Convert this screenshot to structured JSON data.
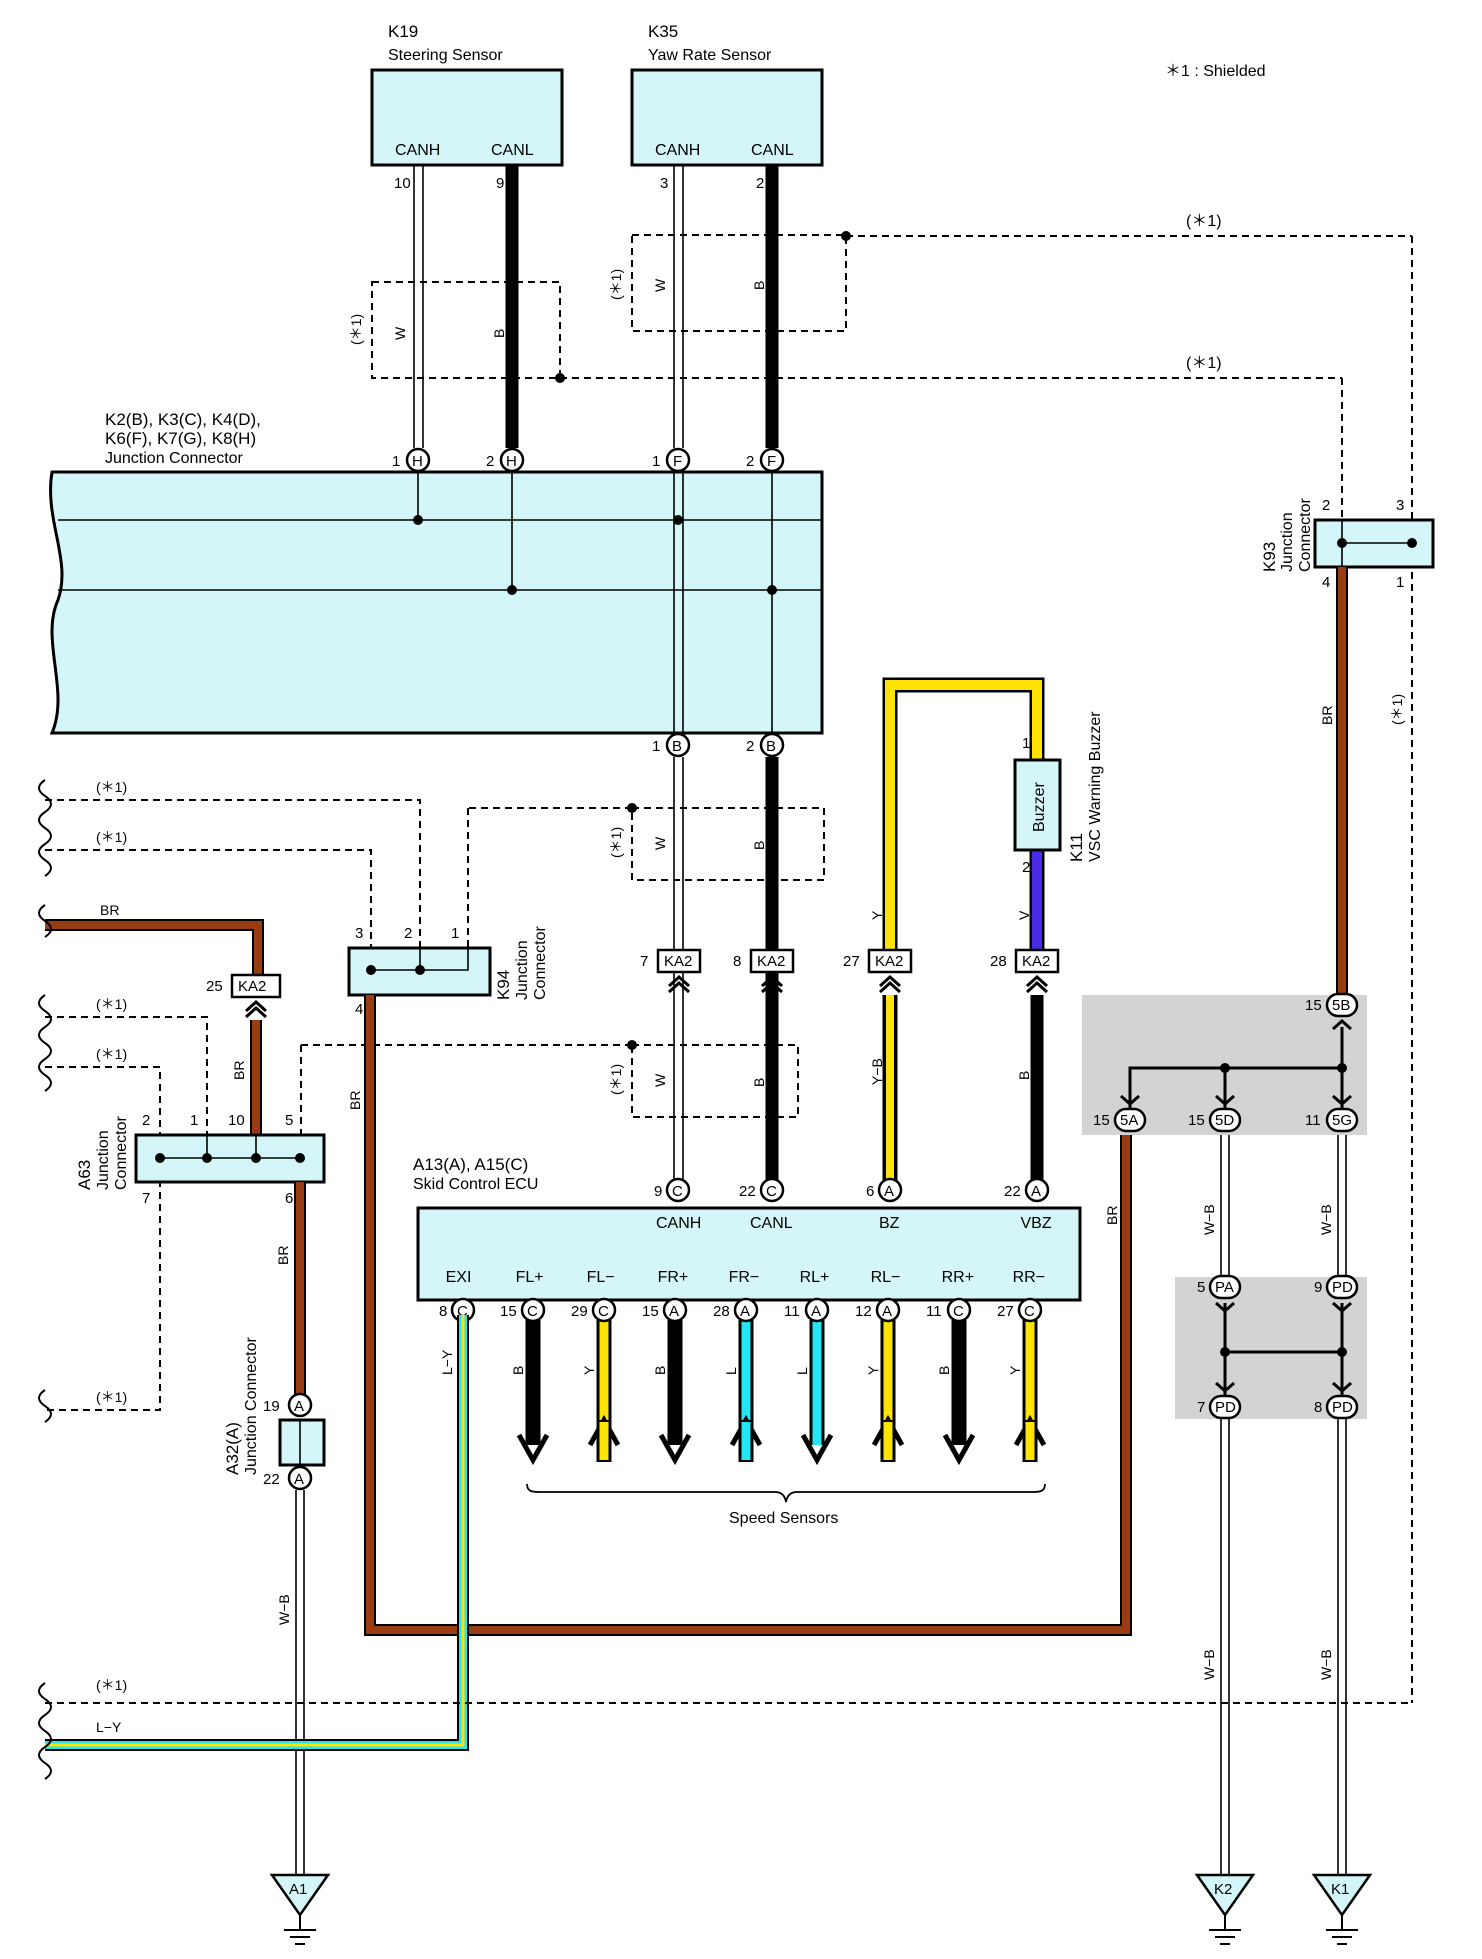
{
  "legend": {
    "shielded": "＊1 : Shielded",
    "shield_tag": "(＊1)"
  },
  "components": {
    "k19": {
      "code": "K19",
      "name": "Steering Sensor",
      "pin_canh_label": "CANH",
      "pin_canl_label": "CANL",
      "pin_canh": "10",
      "pin_canl": "9"
    },
    "k35": {
      "code": "K35",
      "name": "Yaw Rate Sensor",
      "pin_canh_label": "CANH",
      "pin_canl_label": "CANL",
      "pin_canh": "3",
      "pin_canl": "2"
    },
    "jc_main": {
      "code_line1": "K2(B), K3(C), K4(D),",
      "code_line2": "K6(F), K7(G), K8(H)",
      "name": "Junction Connector",
      "p1": "1",
      "p2": "2",
      "p3": "1",
      "p4": "2",
      "p5": "1",
      "p6": "2",
      "l1": "H",
      "l2": "H",
      "l3": "F",
      "l4": "F",
      "l5": "B",
      "l6": "B"
    },
    "k93": {
      "code": "K93",
      "name_line1": "Junction",
      "name_line2": "Connector",
      "p2": "2",
      "p3": "3",
      "p4": "4",
      "p1": "1"
    },
    "k11": {
      "code": "K11",
      "name": "VSC Warning Buzzer",
      "body": "Buzzer",
      "p1": "1",
      "p2": "2"
    },
    "k94": {
      "code": "K94",
      "name_line1": "Junction",
      "name_line2": "Connector",
      "p3": "3",
      "p2": "2",
      "p1": "1",
      "p4": "4"
    },
    "a63": {
      "code": "A63",
      "name_line1": "Junction",
      "name_line2": "Connector",
      "p2": "2",
      "p1": "1",
      "p10": "10",
      "p5": "5",
      "p7": "7",
      "p6": "6"
    },
    "a32": {
      "code": "A32(A)",
      "name": "Junction Connector",
      "p19": "19",
      "p22": "22",
      "l": "A"
    },
    "ecu": {
      "code": "A13(A), A15(C)",
      "name": "Skid Control ECU",
      "top": [
        {
          "pin": "9",
          "l": "C",
          "t": "CANH"
        },
        {
          "pin": "22",
          "l": "C",
          "t": "CANL"
        },
        {
          "pin": "6",
          "l": "A",
          "t": "BZ"
        },
        {
          "pin": "22",
          "l": "A",
          "t": "VBZ"
        }
      ],
      "bottom": [
        {
          "pin": "8",
          "l": "C",
          "t": "EXI"
        },
        {
          "pin": "15",
          "l": "C",
          "t": "FL+"
        },
        {
          "pin": "29",
          "l": "C",
          "t": "FL−"
        },
        {
          "pin": "15",
          "l": "A",
          "t": "FR+"
        },
        {
          "pin": "28",
          "l": "A",
          "t": "FR−"
        },
        {
          "pin": "11",
          "l": "A",
          "t": "RL+"
        },
        {
          "pin": "12",
          "l": "A",
          "t": "RL−"
        },
        {
          "pin": "11",
          "l": "C",
          "t": "RR+"
        },
        {
          "pin": "27",
          "l": "C",
          "t": "RR−"
        }
      ]
    },
    "speed_sensors": "Speed Sensors"
  },
  "connectors": {
    "ka2": [
      {
        "pin": "7",
        "l": "KA2"
      },
      {
        "pin": "8",
        "l": "KA2"
      },
      {
        "pin": "27",
        "l": "KA2"
      },
      {
        "pin": "28",
        "l": "KA2"
      },
      {
        "pin": "25",
        "l": "KA2"
      }
    ],
    "gray": [
      {
        "pin": "15",
        "l": "5B"
      },
      {
        "pin": "15",
        "l": "5A"
      },
      {
        "pin": "15",
        "l": "5D"
      },
      {
        "pin": "11",
        "l": "5G"
      },
      {
        "pin": "5",
        "l": "PA"
      },
      {
        "pin": "9",
        "l": "PD"
      },
      {
        "pin": "7",
        "l": "PD"
      },
      {
        "pin": "8",
        "l": "PD"
      }
    ]
  },
  "wires": {
    "W": "W",
    "B": "B",
    "Y": "Y",
    "V": "V",
    "BR": "BR",
    "YB": "Y−B",
    "WB": "W−B",
    "L": "L",
    "LY": "L−Y"
  },
  "grounds": {
    "a1": "A1",
    "k2": "K2",
    "k1": "K1"
  },
  "colors": {
    "box_fill": "#d4f6f8",
    "brown": "#993c12",
    "yellow": "#fde400",
    "violet": "#4b2ae6",
    "cyan": "#22e6f2",
    "gray_area": "#d3d3d3"
  }
}
